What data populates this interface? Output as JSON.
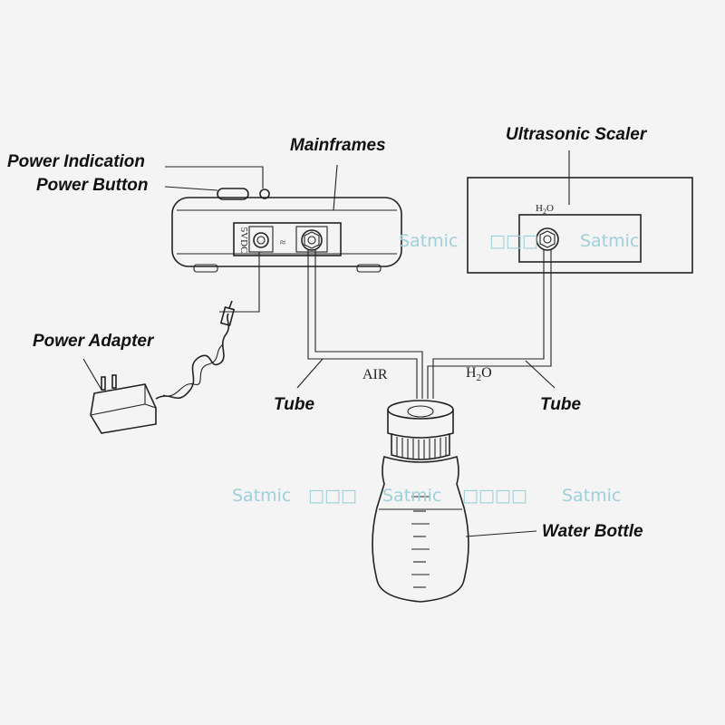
{
  "labels": {
    "power_indication": "Power Indication",
    "power_button": "Power Button",
    "mainframes": "Mainframes",
    "ultrasonic_scaler": "Ultrasonic Scaler",
    "power_adapter": "Power Adapter",
    "tube_left": "Tube",
    "tube_right": "Tube",
    "water_bottle": "Water Bottle",
    "air": "AIR",
    "h2o_main": "H",
    "h2o_sub": "2",
    "h2o_end": "O",
    "h2o_scaler_main": "H",
    "h2o_scaler_sub": "2",
    "h2o_scaler_end": "O",
    "mainframe_panel": "5VDC"
  },
  "watermarks": {
    "top_left": "Satmic",
    "top_right": "Satmic",
    "middle_left": "Satmic",
    "middle_center": "Satmic",
    "middle_right": "Satmic"
  },
  "colors": {
    "line": "#222222",
    "watermark": "#9fd0da",
    "background": "#f4f4f4"
  }
}
